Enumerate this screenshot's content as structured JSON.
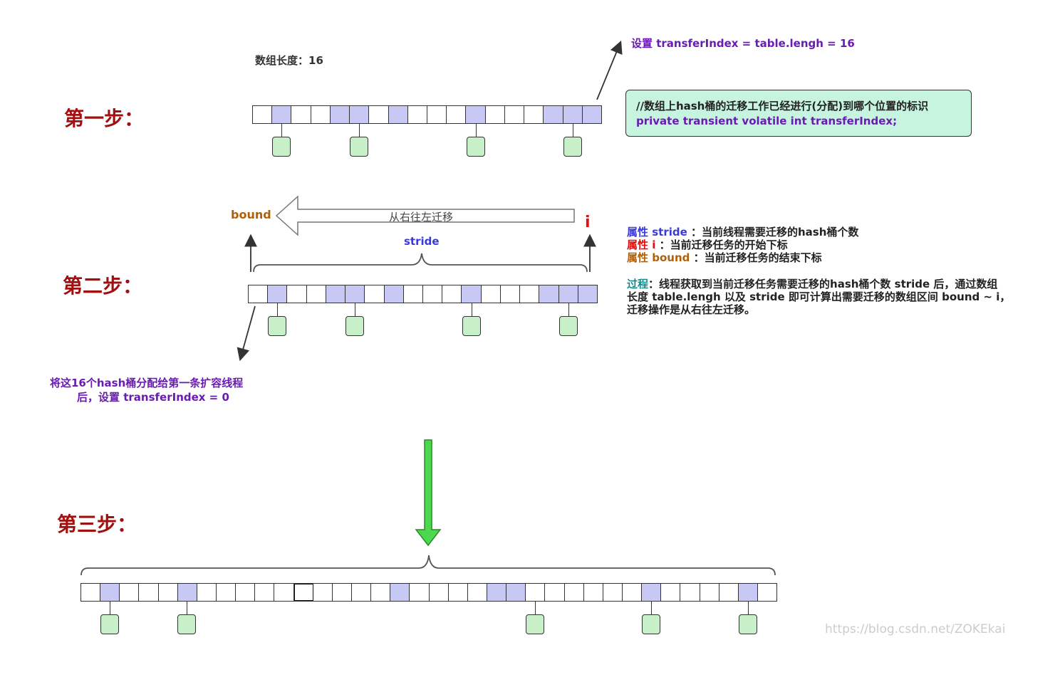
{
  "step1": {
    "title": "第一步：",
    "length_label": "数组长度：16",
    "set_label": "设置 transferIndex = table.lengh = 16",
    "comment": "//数组上hash桶的迁移工作已经进行(分配)到哪个位置的标识",
    "code": "private transient volatile int transferIndex;",
    "cells": [
      0,
      1,
      0,
      0,
      1,
      1,
      0,
      1,
      0,
      0,
      0,
      1,
      0,
      0,
      0,
      1,
      1,
      1
    ],
    "nodes": [
      1,
      5,
      11,
      16
    ]
  },
  "step2": {
    "title": "第二步：",
    "bound_label": "bound",
    "move_label": "从右往左迁移",
    "i_label": "i",
    "stride_label": "stride",
    "cells": [
      0,
      1,
      0,
      0,
      1,
      1,
      0,
      1,
      0,
      0,
      0,
      1,
      0,
      0,
      0,
      1,
      1,
      1
    ],
    "nodes": [
      1,
      5,
      11,
      16
    ],
    "attr_stride_key": "属性 stride ",
    "attr_stride_val": "：当前线程需要迁移的hash桶个数",
    "attr_i_key": "属性 i ",
    "attr_i_val": "：当前迁移任务的开始下标",
    "attr_bound_key": "属性 bound ",
    "attr_bound_val": "：当前迁移任务的结束下标",
    "process_key": "过程",
    "process_line1": "：线程获取到当前迁移任务需要迁移的hash桶个数 stride 后，通过数组",
    "process_line2": "长度 table.lengh 以及 stride 即可计算出需要迁移的数组区间 bound ~ i，",
    "process_line3": "迁移操作是从右往左迁移。",
    "assign_line1": "将这16个hash桶分配给第一条扩容线程",
    "assign_line2": "后，设置 transferIndex = 0"
  },
  "step3": {
    "title": "第三步：",
    "cells": [
      0,
      1,
      0,
      0,
      0,
      1,
      0,
      0,
      0,
      0,
      0,
      0,
      0,
      0,
      0,
      0,
      1,
      0,
      0,
      0,
      0,
      1,
      1,
      0,
      0,
      0,
      0,
      0,
      0,
      1,
      0,
      0,
      0,
      0,
      1,
      0
    ],
    "dark_cells": [
      11
    ],
    "nodes": [
      1,
      5,
      23,
      29,
      34
    ]
  },
  "watermark": "https://blog.csdn.net/ZOKEkai",
  "colors": {
    "step_title": "#a01010",
    "filled_cell": "#c8c8f4",
    "node": "#c8f0c8",
    "code_box": "#c6f4df",
    "big_arrow": "#4cd84c",
    "purple": "#6a1bb3",
    "blue": "#3a3ad6",
    "red": "#e01010",
    "brown": "#b0600a",
    "teal": "#148a8a"
  }
}
